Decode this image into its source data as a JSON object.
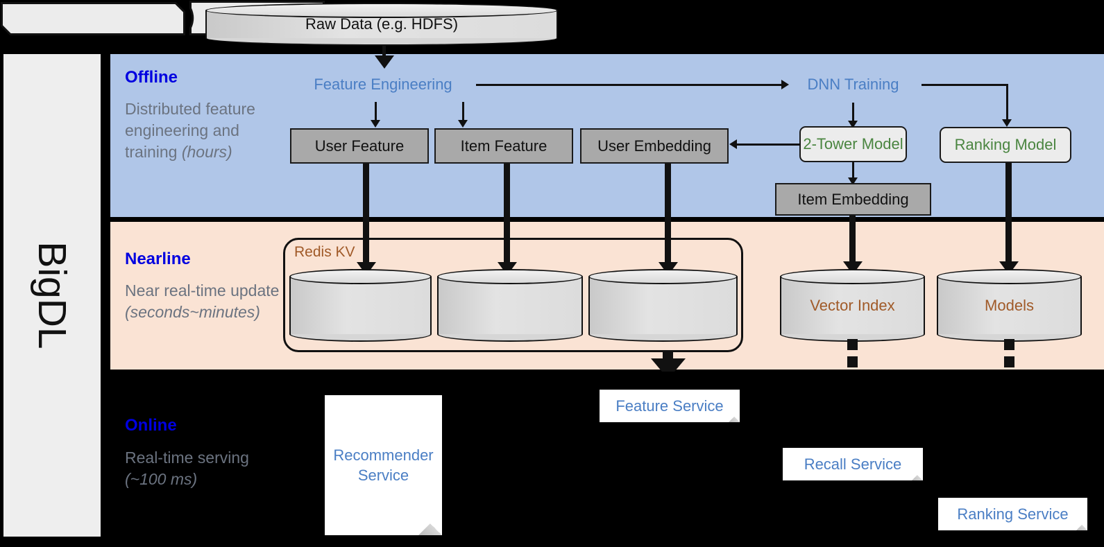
{
  "sidebar": {
    "label": "BigDL"
  },
  "bands": {
    "offline": {
      "title": "Offline",
      "desc_html": "Distributed feature engineering and training <i>(hours)</i>",
      "color": "#b0c6e8"
    },
    "nearline": {
      "title": "Nearline",
      "desc_html": "Near real-time update <i>(seconds~minutes)</i>",
      "color": "#fae3d4"
    },
    "online": {
      "title": "Online",
      "desc_html": "Real-time serving <i>(~100 ms)</i>",
      "color": "#000000"
    }
  },
  "nodes": {
    "raw_data": "Raw Data (e.g. HDFS)",
    "feature_engineering": "Feature Engineering",
    "dnn_training": "DNN Training",
    "user_feature": "User Feature",
    "item_feature": "Item Feature",
    "user_embedding": "User Embedding",
    "two_tower_model": "2-Tower Model",
    "ranking_model": "Ranking Model",
    "item_embedding": "Item Embedding",
    "redis_kv": "Redis KV",
    "vector_index": "Vector Index",
    "models": "Models",
    "feature_service": "Feature Service",
    "recall_service": "Recall Service",
    "ranking_service": "Ranking Service",
    "recommender_service": "Recommender\nService",
    "recommender_service_line1": "Recommender",
    "recommender_service_line2": "Service"
  },
  "colors": {
    "band_offline": "#b0c6e8",
    "band_nearline": "#fae3d4",
    "band_online": "#000000",
    "title_blue": "#0000e0",
    "desc_gray": "#6b7380",
    "node_blue_text": "#4a7ec4",
    "model_green_text": "#4a8540",
    "storage_brown_text": "#a05a28",
    "gray_fill": "#a9a9a9",
    "light_fill": "#ececec",
    "sidebar_fill": "#eeeeee",
    "stroke": "#111111"
  }
}
